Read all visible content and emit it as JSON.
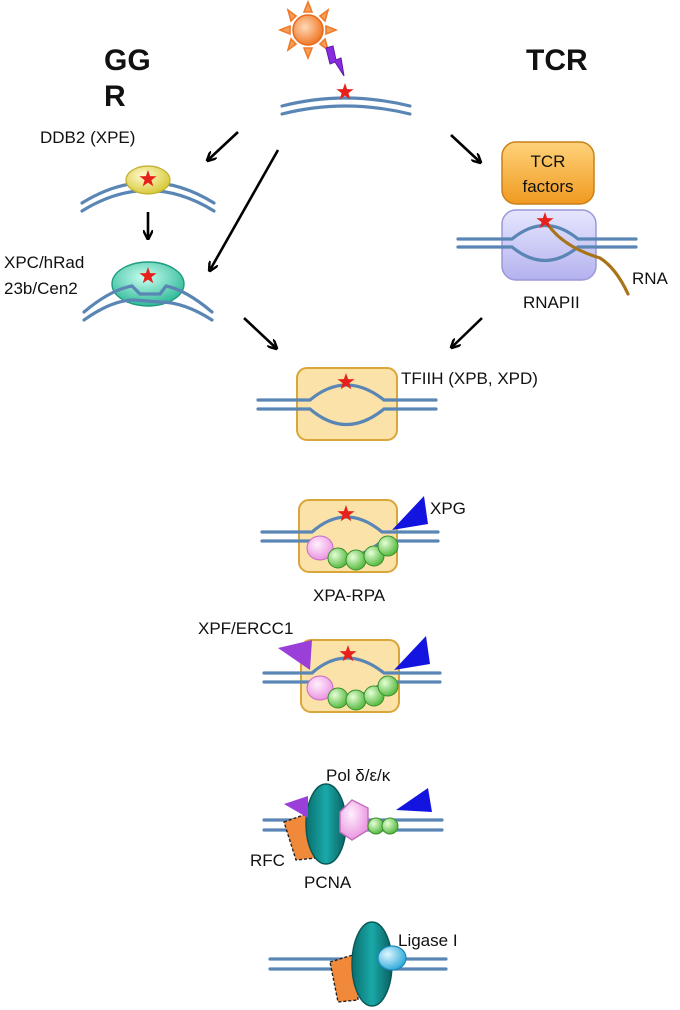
{
  "labels": {
    "ggr_line1": "GG",
    "ggr_line2": "R",
    "tcr": "TCR",
    "ddb2": "DDB2 (XPE)",
    "xpc_line1": "XPC/hRad",
    "xpc_line2": "23b/Cen2",
    "tcr_factors_line1": "TCR",
    "tcr_factors_line2": "factors",
    "rna": "RNA",
    "rnapii": "RNAPII",
    "tfiih": "TFIIH (XPB, XPD)",
    "xpg": "XPG",
    "xpa_rpa": "XPA-RPA",
    "xpf": "XPF/ERCC1",
    "pol": "Pol δ/ε/κ",
    "rfc": "RFC",
    "pcna": "PCNA",
    "ligase": "Ligase I"
  },
  "colors": {
    "dna": "#5a86b5",
    "lesion_star": "#e8201c",
    "uv_bolt": "#8a2be2",
    "sun": "#f5a05a",
    "ddb2": "#ece36a",
    "xpc": "#48d0b0",
    "tcr_factors": "#f4a83a",
    "rnapii": "#c9c8f2",
    "rna": "#a8741a",
    "tfiih": "#fbe2a8",
    "xpg": "#1414e0",
    "xpf": "#9a3fd8",
    "xpa": "#f4b0ee",
    "rpa": "#7ed957",
    "pcna": "#0f8d8d",
    "rfc": "#f08a3a",
    "pol": "#f2b8e6",
    "ligase": "#4fc8ec"
  },
  "icons": [
    "sun-icon",
    "uv-lightning-icon",
    "lesion-star-icon"
  ]
}
